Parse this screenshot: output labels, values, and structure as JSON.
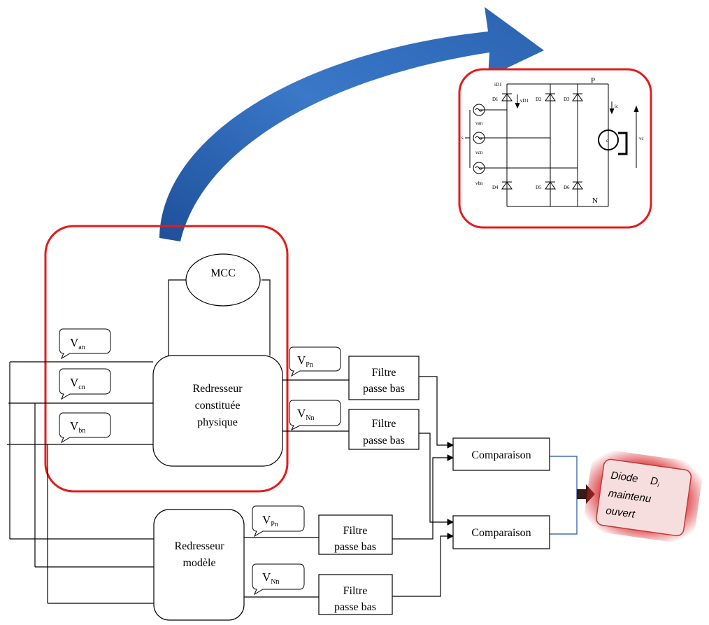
{
  "top": {
    "mcc_label": "MCC",
    "rectifier_physical": [
      "Redresseur",
      "constituée",
      "physique"
    ],
    "rectifier_model": [
      "Redresseur",
      "modèle"
    ],
    "source_callouts": {
      "van": {
        "main": "V",
        "sub": "an"
      },
      "vcn": {
        "main": "V",
        "sub": "cn"
      },
      "vbn": {
        "main": "V",
        "sub": "bn"
      }
    },
    "output_callouts": {
      "vpn": {
        "main": "V",
        "sub": "Pn"
      },
      "vnn": {
        "main": "V",
        "sub": "Nn"
      }
    },
    "filter_label": [
      "Filtre",
      "passe bas"
    ],
    "comparison_label": "Comparaison",
    "result_note": {
      "line1": "Diode",
      "line1_sub": "D",
      "line1_sub2": "i",
      "line2": "maintenu",
      "line3": "ouvert"
    }
  },
  "inset_schematic": {
    "diode_labels": [
      "D1",
      "D2",
      "D3",
      "D4",
      "D5",
      "D6"
    ],
    "source_labels": [
      "van",
      "vcn",
      "vbn"
    ],
    "node_p": "P",
    "node_n": "N",
    "node_s": "s",
    "current_d1": "iD1",
    "voltage_d1": "vD1",
    "load_current": "ic",
    "load_voltage": "vc",
    "motor_label": "c"
  },
  "colors": {
    "highlight_red": "#e21c1c",
    "arrow_blue": "#2a66b8",
    "connector_blue": "#1f4fa8",
    "note_red": "#d8262b"
  }
}
